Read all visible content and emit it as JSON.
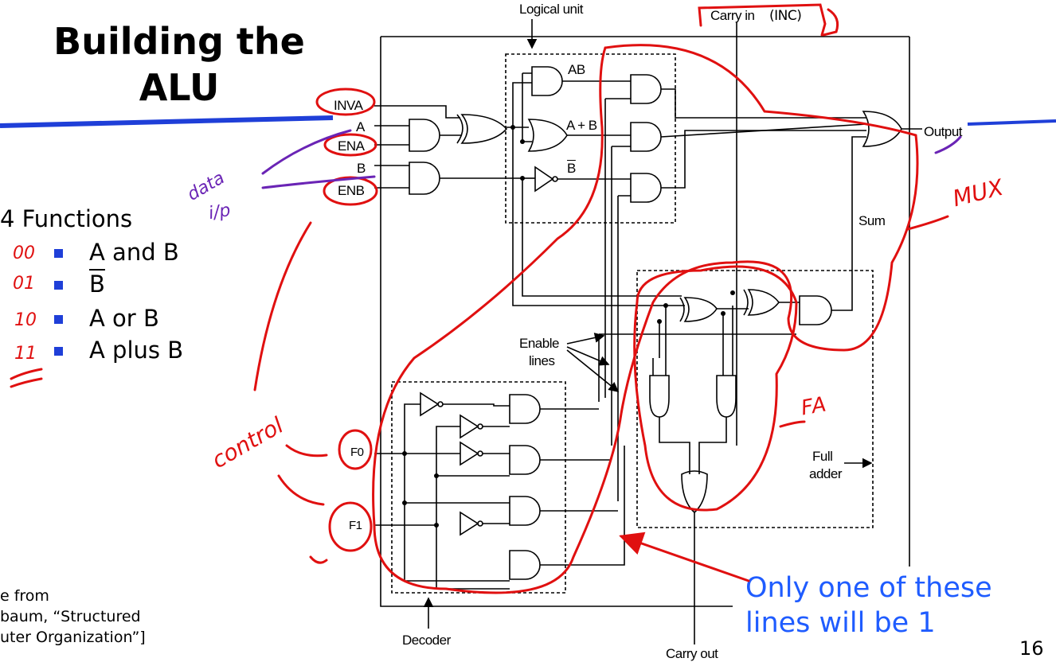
{
  "slide": {
    "title_line1": "Building the",
    "title_line2": "ALU",
    "functions_header": "4 Functions",
    "functions": [
      {
        "code": "00",
        "label": "A and B"
      },
      {
        "code": "01",
        "label": "B"
      },
      {
        "code": "10",
        "label": "A or B"
      },
      {
        "code": "11",
        "label": "A plus B"
      }
    ],
    "citation": [
      "e from",
      "baum, “Structured",
      "uter Organization”]"
    ],
    "page_number": "16",
    "note": [
      "Only one of these",
      "lines will be 1"
    ]
  },
  "diagram": {
    "logical_unit": "Logical unit",
    "carry_in": "Carry in",
    "carry_in_note": "(INC)",
    "inputs": [
      "INVA",
      "A",
      "ENA",
      "B",
      "ENB"
    ],
    "gate_labels": {
      "and": "AB",
      "or": "A + B",
      "not": "B"
    },
    "output": "Output",
    "sum": "Sum",
    "enable_lines": [
      "Enable",
      "lines"
    ],
    "full_adder": [
      "Full",
      "adder"
    ],
    "decoder": "Decoder",
    "carry_out": "Carry out",
    "f0": "F0",
    "f1": "F1"
  },
  "annotations": {
    "data_ip": [
      "data",
      "i/p"
    ],
    "control": "control",
    "mux": "MUX",
    "fa": "FA"
  },
  "colors": {
    "annotation_red": "#e01010",
    "annotation_purple": "#6a24b5",
    "note_blue": "#1f5cff",
    "bullet_blue": "#1f3fd8"
  }
}
